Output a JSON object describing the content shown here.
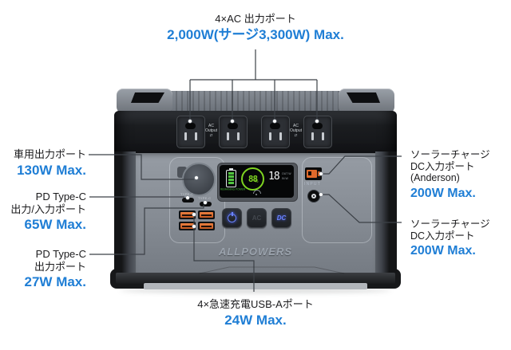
{
  "colors": {
    "accent_blue": "#1f7ed5",
    "text_black": "#1b1b1d",
    "leader_line": "#3c4147",
    "usb_orange": "#dd6a2f",
    "display_green": "#7ed321",
    "button_blue": "#6b84ff"
  },
  "annotations": {
    "ac": {
      "label": "4×AC 出力ポート",
      "value": "2,000W(サージ3,300W) Max."
    },
    "car": {
      "label": "車用出力ポート",
      "value": "130W Max."
    },
    "pd65": {
      "label1": "PD Type-C",
      "label2": "出力/入力ポート",
      "value": "65W Max."
    },
    "pd27": {
      "label1": "PD Type-C",
      "label2": "出力ポート",
      "value": "27W Max."
    },
    "anderson": {
      "label1": "ソーラーチャージ",
      "label2": "DC入力ポート",
      "label3": "(Anderson)",
      "value": "200W Max."
    },
    "dc": {
      "label1": "ソーラーチャージ",
      "label2": "DC入力ポート",
      "value": "200W Max."
    },
    "usb": {
      "label": "4×急速充電USB-Aポート",
      "value": "24W Max."
    }
  },
  "device": {
    "brand": "ALLPOWERS",
    "ac_output_label_1": "AC",
    "ac_output_label_2": "Output",
    "ac_output_arrows": "⇄",
    "input_label": "INPUT",
    "typec_port_label": "TYPE-C",
    "display": {
      "battery_percent": "88",
      "percent_sign": "%",
      "battery_caption": "REMAINING POWER",
      "watts": "18",
      "watts_label_top": "OUT W",
      "watts_label_bottom": "IN W"
    },
    "buttons": {
      "ac": "AC",
      "dc": "DC"
    },
    "icons": {
      "power_button": "power-icon",
      "battery": "battery-icon",
      "signal": "signal-icon"
    }
  }
}
